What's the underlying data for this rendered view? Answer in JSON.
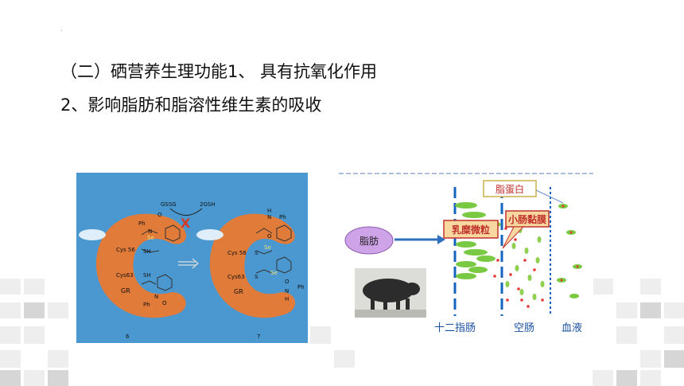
{
  "text": {
    "dot": "·",
    "line1": "（二）硒营养生理功能1、 具有抗氧化作用",
    "line2": "2、影响脂肪和脂溶性维生素的吸收"
  },
  "left_diagram": {
    "gssg": "GSSG",
    "gsh": "2GSH",
    "cross": "X",
    "ph_a": "Ph",
    "n_a": "N",
    "o_a": "O",
    "se_a": "Se",
    "sh1": "SH",
    "sh2": "SH",
    "cys56_a": "Cys 56",
    "cys63_a": "Cys63",
    "gr_a": "GR",
    "ph_b": "Ph",
    "n_b": "N",
    "o_b": "O",
    "h_a": "H",
    "n_c": "N",
    "ph_c": "Ph",
    "o_c": "O",
    "se_b": "Se",
    "s_a": "S",
    "cys56_b": "Cys 56",
    "se_c": "Se",
    "s_b": "S",
    "cys63_b": "Cys63",
    "o_d": "O",
    "n_d": "N",
    "h_b": "H",
    "ph_d": "Ph",
    "gr_b": "GR",
    "label_6": "6",
    "label_7": "7"
  },
  "right_diagram": {
    "fat": "脂肪",
    "chylomicron": "乳糜微粒",
    "lipoprotein": "脂蛋白",
    "mucosa": "小肠黏膜",
    "duodenum": "十二指肠",
    "jejunum": "空肠",
    "blood": "血液"
  },
  "colors": {
    "blue_bg": "#4a98cf",
    "enzyme_orange": "#e07b39",
    "fat_purple": "#cfa3e8",
    "arrow_blue": "#2f6fbf",
    "label_red": "#c0302a",
    "ellipse_green": "#7ac943",
    "dot_red": "#e53935",
    "dash_blue": "#1565c0"
  }
}
